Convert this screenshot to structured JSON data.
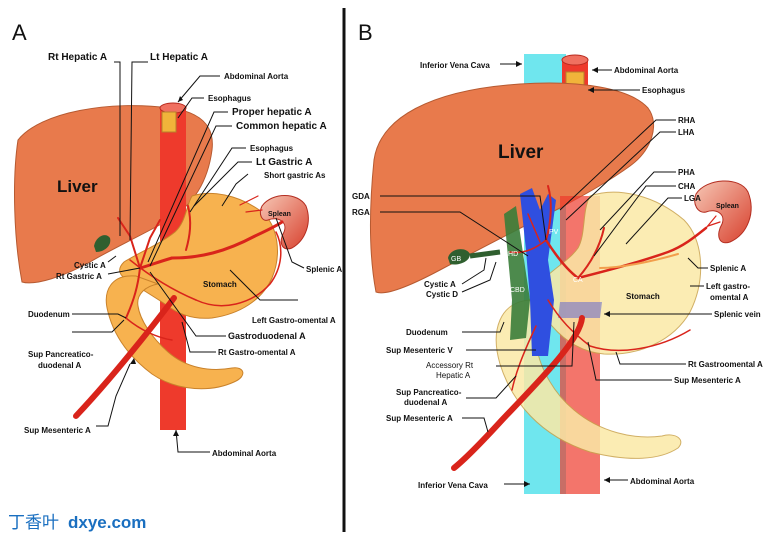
{
  "panels": [
    {
      "letter": "A"
    },
    {
      "letter": "B"
    }
  ],
  "panel_a": {
    "labels": {
      "rt_hepatic": "Rt Hepatic A",
      "lt_hepatic": "Lt Hepatic A",
      "abdominal_aorta_top": "Abdominal Aorta",
      "esophagus_top": "Esophagus",
      "proper_hepatic": "Proper hepatic A",
      "common_hepatic": "Common hepatic A",
      "esophagus_mid": "Esophagus",
      "lt_gastric": "Lt Gastric A",
      "short_gastric": "Short gastric As",
      "liver": "Liver",
      "spleen": "Splean",
      "cystic": "Cystic A",
      "rt_gastric": "Rt Gastric A",
      "splenic": "Splenic A",
      "stomach": "Stomach",
      "duodenum": "Duodenum",
      "left_gastro_omental": "Left Gastro-omental A",
      "gastroduodenal": "Gastroduodenal A",
      "sup_pancreatico": "Sup Pancreatico-",
      "sup_pancreatico_2": "duodenal A",
      "rt_gastro_omental": "Rt Gastro-omental A",
      "sup_mesenteric": "Sup Mesenteric A",
      "abdominal_aorta_bottom": "Abdominal Aorta"
    }
  },
  "panel_b": {
    "labels": {
      "ivc_top": "Inferior Vena Cava",
      "abdominal_aorta_top": "Abdominal Aorta",
      "esophagus": "Esophagus",
      "liver": "Liver",
      "rha": "RHA",
      "lha": "LHA",
      "pha": "PHA",
      "cha": "CHA",
      "lga": "LGA",
      "gda": "GDA",
      "rga": "RGA",
      "spleen": "Splean",
      "pv": "PV",
      "chd": "CHD",
      "gb": "GB",
      "cbd": "CBD",
      "ca": "CA",
      "stomach": "Stomach",
      "cystic_a": "Cystic A",
      "cystic_d": "Cystic D",
      "splenic": "Splenic A",
      "left_gastro": "Left gastro-",
      "left_gastro_2": "omental A",
      "splenic_vein": "Splenic vein",
      "duodenum": "Duodenum",
      "sup_mesenteric_v": "Sup Mesenteric V",
      "accessory": "Accessory Rt",
      "accessory_2": "Hepatic A",
      "rt_gastroomental": "Rt Gastroomental A",
      "sup_mesenteric_a_right": "Sup Mesenteric A",
      "sup_pancreatico": "Sup Pancreatico-",
      "sup_pancreatico_2": "duodenal A",
      "sup_mesenteric_a_left": "Sup Mesenteric A",
      "ivc_bottom": "Inferior Vena Cava",
      "abdominal_aorta_bottom": "Abdominal Aorta"
    }
  },
  "watermark": {
    "chinese": "丁香叶",
    "latin": "dxye.com"
  },
  "colors": {
    "liver": "#e87a4c",
    "stomach_a": "#f7b24f",
    "stomach_b": "#fbe9a6",
    "aorta": "#ee3a2c",
    "artery": "#d9241b",
    "ivc": "#6fe6ee",
    "portal_vein": "#2f4fe0",
    "bile": "#3a7d3a",
    "spleen": "#e24a3a",
    "divider": "#111111",
    "watermark": "#1a6fc0"
  }
}
